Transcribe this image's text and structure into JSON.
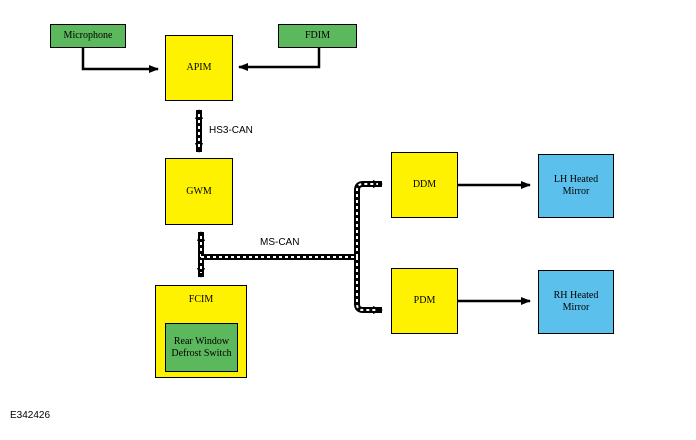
{
  "colors": {
    "module": "#fff200",
    "switch": "#5cb85c",
    "mirror": "#5bc0eb",
    "line": "#000000"
  },
  "nodes": {
    "microphone": "Microphone",
    "fdim": "FDIM",
    "apim": "APIM",
    "gwm": "GWM",
    "fcim": "FCIM",
    "rear_defrost_switch": "Rear Window Defrost Switch",
    "ddm": "DDM",
    "pdm": "PDM",
    "lh_mirror": "LH Heated Mirror",
    "rh_mirror": "RH Heated Mirror"
  },
  "networks": {
    "hs3": "HS3-CAN",
    "ms": "MS-CAN"
  },
  "figure_id": "E342426"
}
